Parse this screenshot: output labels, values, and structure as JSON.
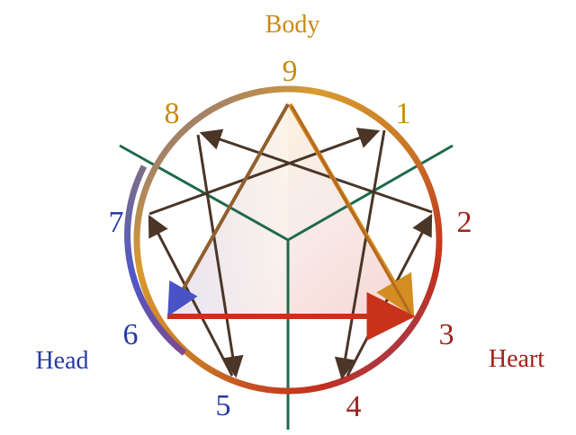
{
  "center_labels": {
    "body": {
      "text": "Body",
      "color": "#c98b16"
    },
    "head": {
      "text": "Head",
      "color": "#243aa6"
    },
    "heart": {
      "text": "Heart",
      "color": "#a0221b"
    }
  },
  "point_labels": [
    {
      "id": "9",
      "text": "9",
      "color": "#c98b16"
    },
    {
      "id": "1",
      "text": "1",
      "color": "#c98b16"
    },
    {
      "id": "2",
      "text": "2",
      "color": "#a0221b"
    },
    {
      "id": "3",
      "text": "3",
      "color": "#a0221b"
    },
    {
      "id": "4",
      "text": "4",
      "color": "#a0221b"
    },
    {
      "id": "5",
      "text": "5",
      "color": "#243aa6"
    },
    {
      "id": "6",
      "text": "6",
      "color": "#243aa6"
    },
    {
      "id": "7",
      "text": "7",
      "color": "#243aa6"
    },
    {
      "id": "8",
      "text": "8",
      "color": "#c98b16"
    }
  ],
  "colors": {
    "divider": "#1f6a4b",
    "circle_gold": "#c98b16",
    "circle_red": "#c8321b",
    "circle_blue": "#4a53c6",
    "arrow_dark": "#4a3526",
    "triangle_fill_gold": "#fff0cf",
    "triangle_fill_blue": "#e6e8f6"
  }
}
